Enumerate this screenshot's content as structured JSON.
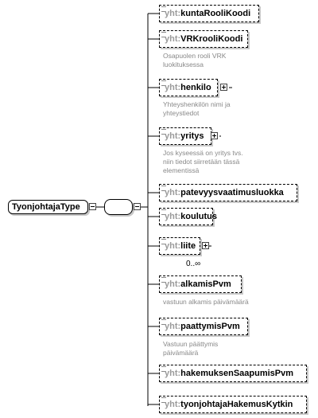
{
  "complex_type": {
    "name": "TyonjohtajaType"
  },
  "elements": [
    {
      "prefix": "yht:",
      "name": "kuntaRooliKoodi",
      "doc": ""
    },
    {
      "prefix": "yht:",
      "name": "VRKrooliKoodi",
      "doc": "Osapuolen rooli VRK\nluokituksessa"
    },
    {
      "prefix": "yht:",
      "name": "henkilo",
      "doc": "Yhteyshenkilön nimi ja\nyhteystiedot"
    },
    {
      "prefix": "yht:",
      "name": "yritys",
      "doc": "Jos kyseessä on yritys tvs.\nniin tiedot siirretään tässä\nelementissä"
    },
    {
      "prefix": "yht:",
      "name": "patevyysvaatimusluokka",
      "doc": ""
    },
    {
      "prefix": "yht:",
      "name": "koulutus",
      "doc": ""
    },
    {
      "prefix": "yht:",
      "name": "liite",
      "doc": "",
      "occurrence": "0..∞"
    },
    {
      "prefix": "yht:",
      "name": "alkamisPvm",
      "doc": "vastuun alkamis päivämäärä"
    },
    {
      "prefix": "yht:",
      "name": "paattymisPvm",
      "doc": "Vastuun päättymis\npäivämäärä"
    },
    {
      "prefix": "yht:",
      "name": "hakemuksenSaapumisPvm",
      "doc": ""
    },
    {
      "prefix": "yht:",
      "name": "tyonjohtajaHakemusKytkin",
      "doc": ""
    }
  ]
}
